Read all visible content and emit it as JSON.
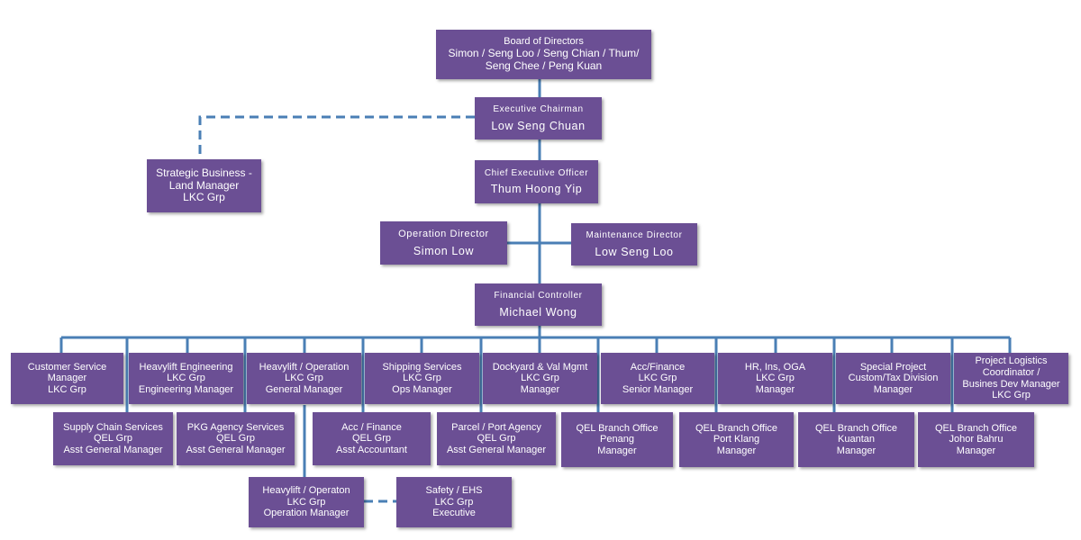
{
  "board": {
    "line1": "Board of Directors",
    "line2": "Simon / Seng Loo / Seng Chian / Thum/",
    "line3": "Seng Chee / Peng Kuan"
  },
  "chairman": {
    "role": "Executive Chairman",
    "name": "Low Seng Chuan"
  },
  "strategic": {
    "line1": "Strategic Business -",
    "line2": "Land Manager",
    "line3": "LKC Grp"
  },
  "ceo": {
    "role": "Chief Executive Officer",
    "name": "Thum Hoong Yip"
  },
  "op_director": {
    "role": "Operation Director",
    "name": "Simon Low"
  },
  "maint_director": {
    "role": "Maintenance Director",
    "name": "Low Seng Loo"
  },
  "fin_controller": {
    "role": "Financial Controller",
    "name": "Michael Wong"
  },
  "row1": [
    {
      "l1": "Customer Service",
      "l2": "Manager",
      "l3": "LKC Grp"
    },
    {
      "l1": "Heavylift Engineering",
      "l2": "LKC Grp",
      "l3": "Engineering Manager"
    },
    {
      "l1": "Heavylift / Operation",
      "l2": "LKC Grp",
      "l3": "General Manager"
    },
    {
      "l1": "Shipping Services",
      "l2": "LKC Grp",
      "l3": "Ops Manager"
    },
    {
      "l1": "Dockyard & Val Mgmt",
      "l2": "LKC Grp",
      "l3": "Manager"
    },
    {
      "l1": "Acc/Finance",
      "l2": "LKC Grp",
      "l3": "Senior Manager"
    },
    {
      "l1": "HR, Ins, OGA",
      "l2": "LKC Grp",
      "l3": "Manager"
    },
    {
      "l1": "Special Project",
      "l2": "Custom/Tax Division",
      "l3": "Manager"
    },
    {
      "l1": "Project Logistics",
      "l2": "Coordinator /",
      "l3": "Busines Dev Manager",
      "l4": "LKC Grp"
    }
  ],
  "row2": [
    {
      "l1": "Supply Chain Services",
      "l2": "QEL Grp",
      "l3": "Asst General Manager"
    },
    {
      "l1": "PKG Agency Services",
      "l2": "QEL Grp",
      "l3": "Asst General Manager"
    },
    {
      "l1": "Acc / Finance",
      "l2": "QEL Grp",
      "l3": "Asst Accountant"
    },
    {
      "l1": "Parcel / Port Agency",
      "l2": "QEL Grp",
      "l3": "Asst General Manager"
    },
    {
      "l1": "QEL Branch Office",
      "l2": "Penang",
      "l3": "Manager"
    },
    {
      "l1": "QEL Branch Office",
      "l2": "Port Klang",
      "l3": "Manager"
    },
    {
      "l1": "QEL Branch Office",
      "l2": "Kuantan",
      "l3": "Manager"
    },
    {
      "l1": "QEL Branch Office",
      "l2": "Johor Bahru",
      "l3": "Manager"
    }
  ],
  "row3": [
    {
      "l1": "Heavylift / Operaton",
      "l2": "LKC Grp",
      "l3": "Operation Manager"
    },
    {
      "l1": "Safety / EHS",
      "l2": "LKC Grp",
      "l3": "Executive"
    }
  ],
  "colors": {
    "box": "#6b4f94",
    "line": "#4a7fb5"
  }
}
